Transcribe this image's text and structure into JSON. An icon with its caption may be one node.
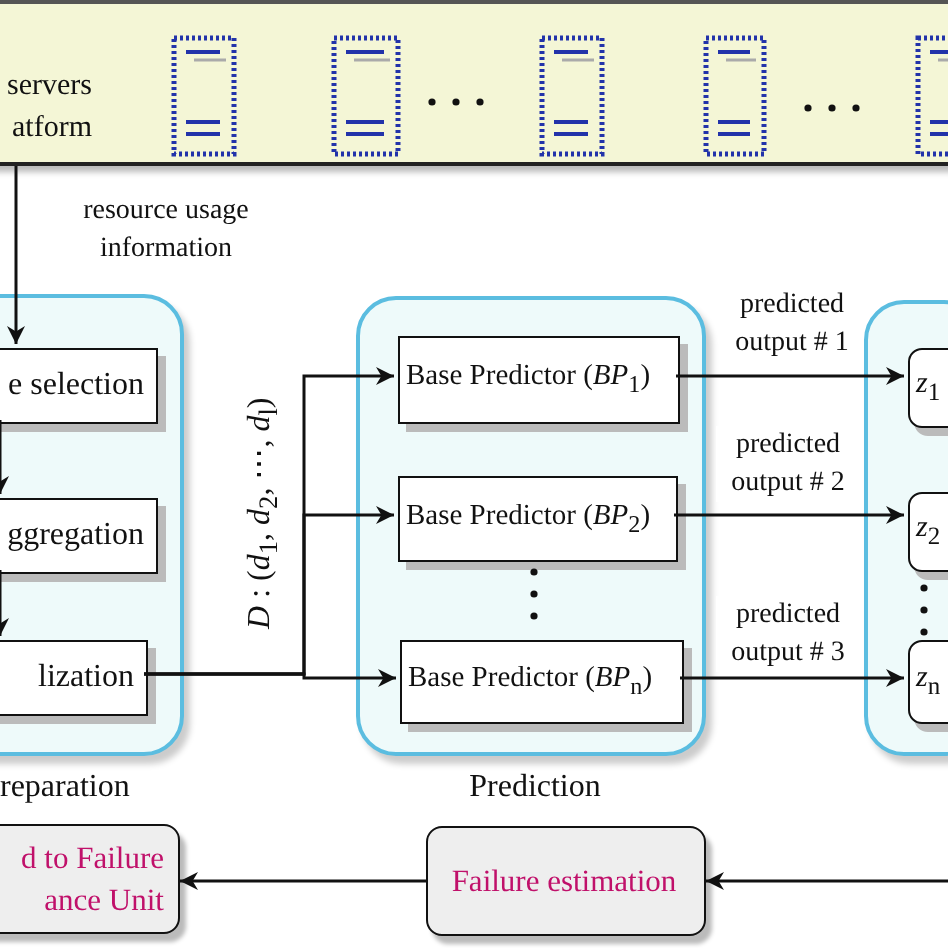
{
  "diagram": {
    "nodes": [
      {
        "text": [
          "servers atform"
        ]
      },
      {
        "text": [
          "reparation"
        ]
      },
      {
        "text": [
          "e selection"
        ],
        "in": 1
      },
      {
        "text": [
          "ggregation"
        ],
        "in": 1
      },
      {
        "text": [
          "lization"
        ],
        "in": 1
      },
      {
        "text": [
          "Prediction"
        ]
      },
      {
        "text": [
          "Base Predictor (*BP*$_{1}$)"
        ],
        "in": 5
      },
      {
        "text": [
          "Base Predictor (*BP*$_{2}$)"
        ],
        "in": 5
      },
      {
        "text": [
          "Base Predictor (*BP*$_{n}$)"
        ],
        "in": 5
      },
      {
        "text": [],
        "shape": "box"
      },
      {
        "text": [
          "*z*$_{1}$"
        ],
        "in": 9
      },
      {
        "text": [
          "*z*$_{2}$"
        ],
        "in": 9
      },
      {
        "text": [
          "*z*$_{n}$"
        ],
        "in": 9
      },
      {
        "text": [
          "d to Failure ance Unit"
        ]
      },
      {
        "text": [
          "Failure estimation"
        ]
      }
    ],
    "edges": [
      {
        "from": 0,
        "to": 2,
        "arrow": "to",
        "label": "resource usage information"
      },
      {
        "from": 2,
        "to": 3,
        "arrow": "to"
      },
      {
        "from": 3,
        "to": 4,
        "arrow": "to"
      },
      {
        "from": 4,
        "to": 6,
        "arrow": "to"
      },
      {
        "from": 4,
        "to": 7,
        "arrow": "to"
      },
      {
        "from": 4,
        "to": 8,
        "arrow": "to"
      },
      {
        "from": 6,
        "to": 10,
        "arrow": "to",
        "label": "predicted output # 1"
      },
      {
        "from": 7,
        "to": 11,
        "arrow": "to",
        "label": "predicted output # 2"
      },
      {
        "from": 8,
        "to": 12,
        "arrow": "to",
        "label": "predicted output # 3"
      },
      {
        "from": null,
        "to": 14,
        "arrow": "to"
      },
      {
        "from": 14,
        "to": 13,
        "arrow": "to"
      }
    ],
    "labels": [
      "*D* : (*d*$_{1}$, *d*$_{2}$, ⋯, *d*$_{l}$)"
    ]
  }
}
